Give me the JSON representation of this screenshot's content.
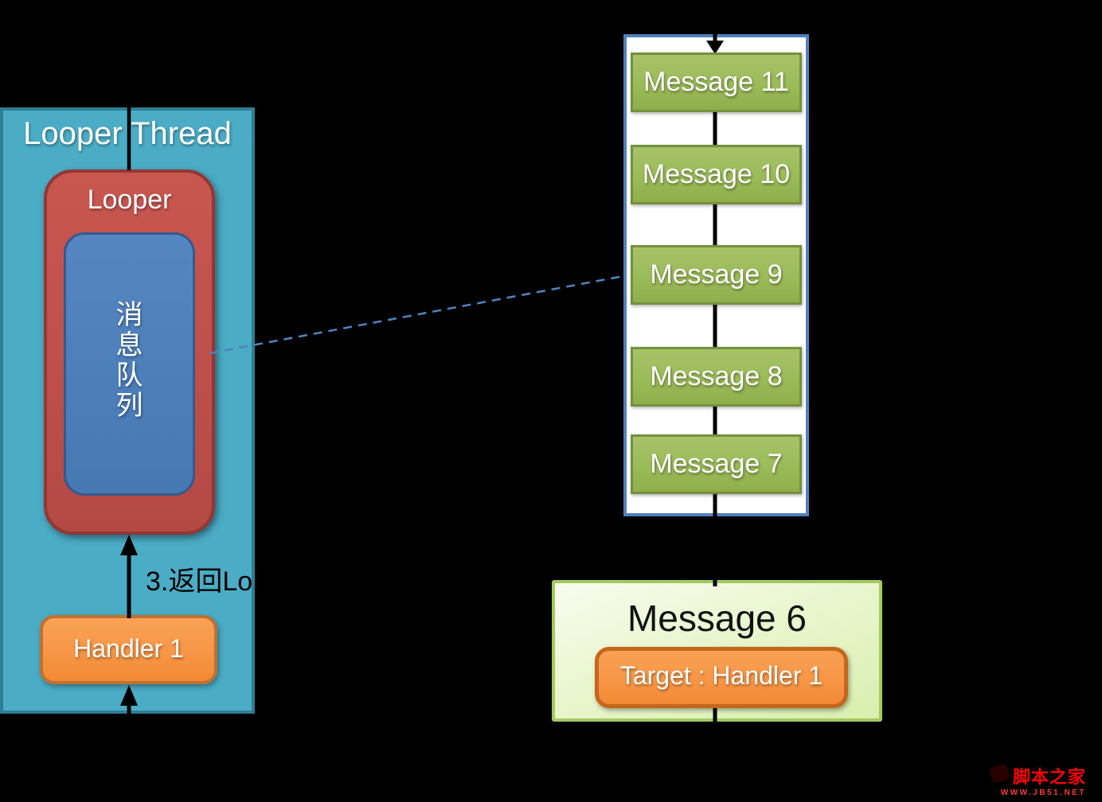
{
  "colors": {
    "background": "#000000",
    "thread_box_fill": "#4BACC6",
    "looper_box_fill": "#C0504D",
    "queue_inner_fill": "#4F81BD",
    "message_box_fill": "#9BBB59",
    "handler_box_fill": "#F79646",
    "queue_panel_border": "#4F81BD",
    "message6_border": "#A2CA5E",
    "dashed_link": "#4F81BD",
    "watermark_red": "#FF0000"
  },
  "looper_thread": {
    "title": "Looper Thread",
    "looper_label": "Looper",
    "queue_label": "消息队列",
    "handler_label": "Handler 1",
    "return_step_label": "3.返回Lo"
  },
  "message_queue": {
    "messages": [
      "Message 11",
      "Message 10",
      "Message 9",
      "Message 8",
      "Message 7"
    ]
  },
  "message6": {
    "title": "Message 6",
    "target_label": "Target : Handler 1"
  },
  "watermark": {
    "site_name": "脚本之家",
    "site_url": "WWW.JB51.NET"
  }
}
